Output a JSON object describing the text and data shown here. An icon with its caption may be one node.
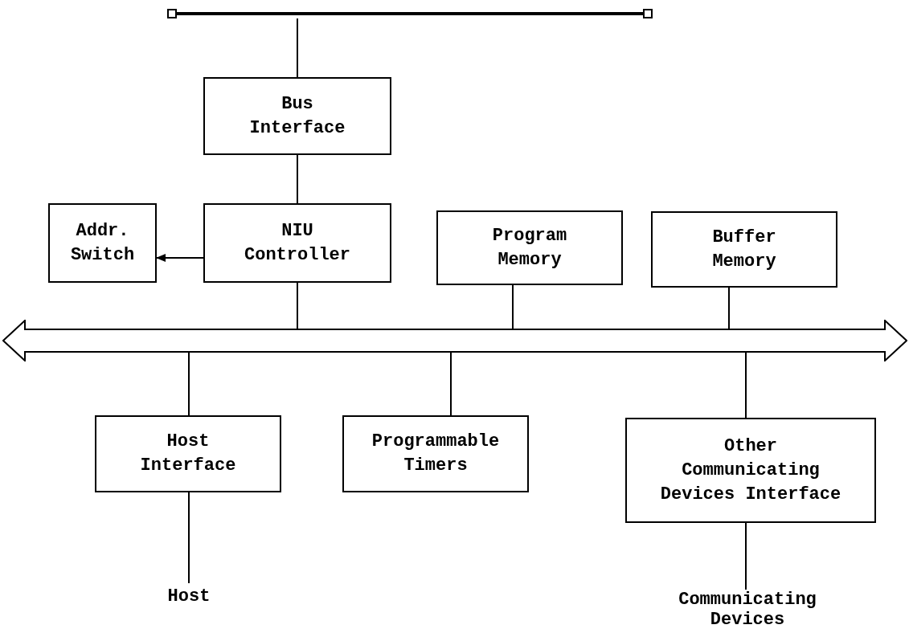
{
  "diagram": {
    "nodes": [
      {
        "text": [],
        "shape": "bar"
      },
      {
        "text": [
          "Bus Interface"
        ]
      },
      {
        "text": [
          "Addr. Switch"
        ]
      },
      {
        "text": [
          "NIU Controller"
        ]
      },
      {
        "text": [
          "Program Memory"
        ]
      },
      {
        "text": [
          "Buffer Memory"
        ]
      },
      {
        "text": [],
        "shape": "bar"
      },
      {
        "text": [
          "Host Interface"
        ]
      },
      {
        "text": [
          "Programmable Timers"
        ]
      },
      {
        "text": [
          "Other Communicating Devices Interface"
        ]
      },
      {
        "text": [
          "Host"
        ]
      },
      {
        "text": [
          "Communicating Devices"
        ]
      }
    ],
    "edges": [
      {
        "from": 0,
        "to": 1,
        "arrow": "none"
      },
      {
        "from": 1,
        "to": 3,
        "arrow": "none"
      },
      {
        "from": 3,
        "to": 2,
        "arrow": "to"
      },
      {
        "from": 3,
        "to": 6,
        "arrow": "none"
      },
      {
        "from": 4,
        "to": 6,
        "arrow": "none"
      },
      {
        "from": 5,
        "to": 6,
        "arrow": "none"
      },
      {
        "from": 6,
        "to": 7,
        "arrow": "none"
      },
      {
        "from": 6,
        "to": 8,
        "arrow": "none"
      },
      {
        "from": 6,
        "to": 9,
        "arrow": "none"
      },
      {
        "from": 7,
        "to": 10,
        "arrow": "none"
      },
      {
        "from": 9,
        "to": 11,
        "arrow": "none"
      }
    ]
  }
}
